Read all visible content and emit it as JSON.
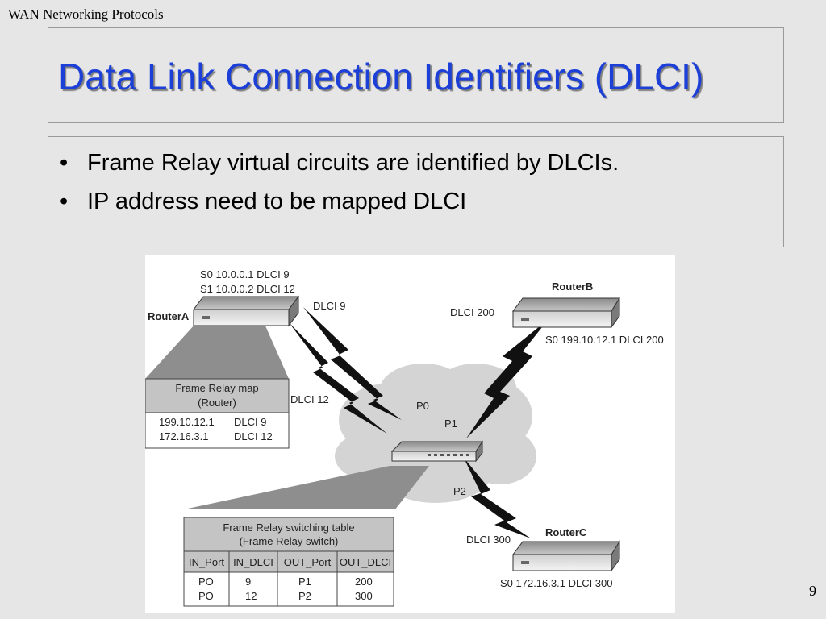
{
  "header": {
    "label": "WAN Networking Protocols"
  },
  "slide": {
    "title": "Data Link Connection Identifiers (DLCI)",
    "bullets": [
      "Frame Relay virtual circuits are identified by DLCIs.",
      "IP address need to be mapped DLCI"
    ],
    "page_number": "9"
  },
  "diagram": {
    "routerA": {
      "name": "RouterA",
      "line1": "S0 10.0.0.1 DLCI 9",
      "line2": "S1 10.0.0.2 DLCI 12",
      "dlci_link1": "DLCI 9",
      "dlci_link2": "DLCI 12"
    },
    "routerB": {
      "name": "RouterB",
      "dlci": "DLCI 200",
      "iface": "S0 199.10.12.1 DLCI 200"
    },
    "routerC": {
      "name": "RouterC",
      "dlci": "DLCI 300",
      "iface": "S0 172.16.3.1 DLCI 300"
    },
    "ports": {
      "p0": "P0",
      "p1": "P1",
      "p2": "P2"
    },
    "map_table": {
      "title1": "Frame Relay map",
      "title2": "(Router)",
      "rows": [
        {
          "ip": "199.10.12.1",
          "dlci": "DLCI 9"
        },
        {
          "ip": "172.16.3.1",
          "dlci": "DLCI 12"
        }
      ]
    },
    "switch_table": {
      "title1": "Frame Relay switching table",
      "title2": "(Frame Relay switch)",
      "headers": [
        "IN_Port",
        "IN_DLCI",
        "OUT_Port",
        "OUT_DLCI"
      ],
      "rows": [
        [
          "PO",
          "9",
          "P1",
          "200"
        ],
        [
          "PO",
          "12",
          "P2",
          "300"
        ]
      ]
    }
  }
}
